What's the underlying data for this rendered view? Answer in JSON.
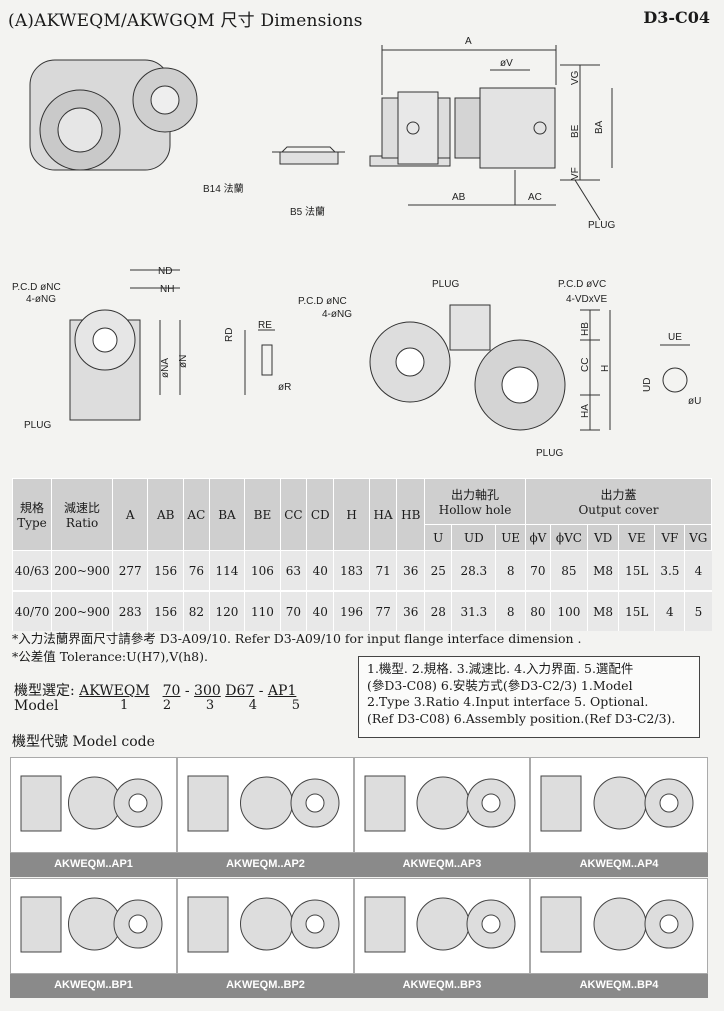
{
  "header": {
    "title": "(A)AKWEQM/AKWGQM 尺寸 Dimensions",
    "code": "D3-C04"
  },
  "drawing_labels": {
    "A": "A",
    "V": "øV",
    "VG": "VG",
    "BE": "BE",
    "BA": "BA",
    "VF": "VF",
    "AB": "AB",
    "AC": "AC",
    "PLUG": "PLUG",
    "B14": "B14 法蘭",
    "B5": "B5 法蘭",
    "ND": "ND",
    "NH": "NH",
    "PCDNC": "P.C.D øNC",
    "NG4": "4-øNG",
    "NA": "øNA",
    "N": "øN",
    "RD": "RD",
    "RE": "RE",
    "R": "øR",
    "PCDVC": "P.C.D øVC",
    "VDVE": "4-VDxVE",
    "HB": "HB",
    "CC": "CC",
    "H": "H",
    "HA": "HA",
    "UE": "UE",
    "UD": "UD",
    "U": "øU"
  },
  "table": {
    "headers": {
      "type": "規格\nType",
      "ratio": "減速比\nRatio",
      "cols": [
        "A",
        "AB",
        "AC",
        "BA",
        "BE",
        "CC",
        "CD",
        "H",
        "HA",
        "HB"
      ],
      "hollow": "出力軸孔\nHollow hole",
      "hollow_cols": [
        "U",
        "UD",
        "UE"
      ],
      "cover": "出力蓋\nOutput cover",
      "cover_cols": [
        "ϕV",
        "ϕVC",
        "VD",
        "VE",
        "VF",
        "VG"
      ]
    },
    "rows": [
      [
        "40/63",
        "200~900",
        "277",
        "156",
        "76",
        "114",
        "106",
        "63",
        "40",
        "183",
        "71",
        "36",
        "25",
        "28.3",
        "8",
        "70",
        "85",
        "M8",
        "15L",
        "3.5",
        "4"
      ],
      [
        "40/70",
        "200~900",
        "283",
        "156",
        "82",
        "120",
        "110",
        "70",
        "40",
        "196",
        "77",
        "36",
        "28",
        "31.3",
        "8",
        "80",
        "100",
        "M8",
        "15L",
        "4",
        "5"
      ]
    ]
  },
  "notes": {
    "line1": "*入力法蘭界面尺寸請參考 D3-A09/10. Refer D3-A09/10 for input flange interface dimension .",
    "line2": "*公差值 Tolerance:U(H7),V(h8)."
  },
  "model_select": {
    "label1": "機型選定:",
    "code_parts": [
      "AKWEQM",
      "70",
      "300",
      "D67",
      "AP1"
    ],
    "seps": [
      "-",
      "-",
      "-"
    ],
    "label2": "Model",
    "nums": [
      "1",
      "2",
      "3",
      "4",
      "5"
    ]
  },
  "model_box": {
    "l1": "1.機型. 2.規格. 3.減速比. 4.入力界面. 5.選配件",
    "l2": "(參D3-C08) 6.安裝方式(參D3-C2/3) 1.Model",
    "l3": "2.Type 3.Ratio 4.Input interface 5. Optional.",
    "l4": "(Ref D3-C08) 6.Assembly position.(Ref D3-C2/3)."
  },
  "model_code": {
    "title": "機型代號 Model code",
    "labels": [
      "AKWEQM..AP1",
      "AKWEQM..AP2",
      "AKWEQM..AP3",
      "AKWEQM..AP4",
      "AKWEQM..BP1",
      "AKWEQM..BP2",
      "AKWEQM..BP3",
      "AKWEQM..BP4"
    ]
  }
}
